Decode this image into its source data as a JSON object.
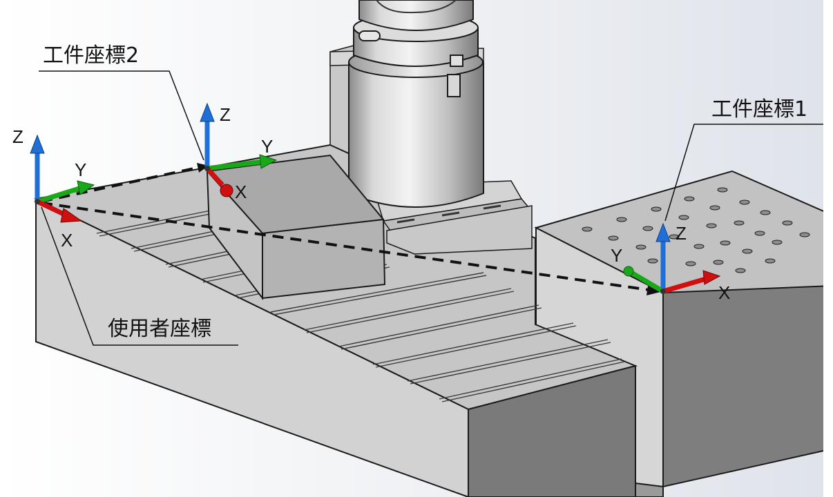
{
  "labels": {
    "workpiece_coord_2": "工件座標2",
    "workpiece_coord_1": "工件座標1",
    "user_coord": "使用者座標"
  },
  "frames": {
    "user": {
      "x": "X",
      "y": "Y",
      "z": "Z"
    },
    "workpiece_2": {
      "x": "X",
      "y": "Y",
      "z": "Z"
    },
    "workpiece_1": {
      "x": "X",
      "y": "Y",
      "z": "Z"
    }
  },
  "colors": {
    "x_axis": "#d01010",
    "y_axis": "#1aa81a",
    "z_axis": "#1f6fd6",
    "dashed_path": "#111111"
  }
}
